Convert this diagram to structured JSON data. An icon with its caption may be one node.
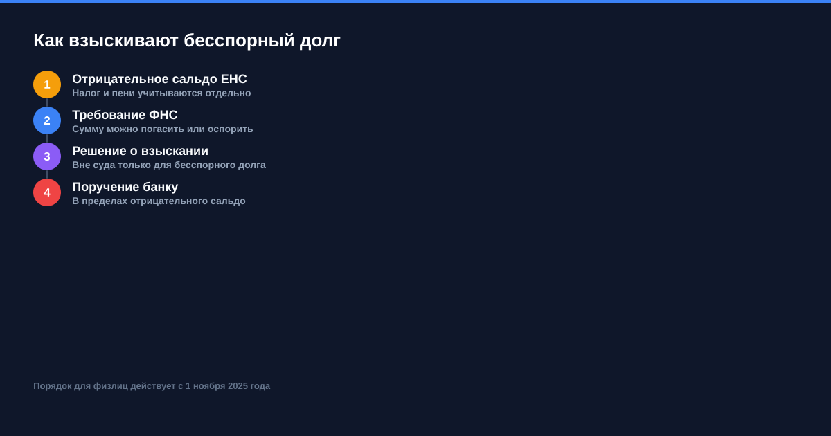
{
  "diagram": {
    "title": "Как взыскивают бесспорный долг",
    "nodes": [
      {
        "text": [
          "1"
        ],
        "beside": [
          "Отрицательное сальдо ЕНС",
          "Налог и пени учитываются отдельно"
        ]
      },
      {
        "text": [
          "2"
        ],
        "beside": [
          "Требование ФНС",
          "Сумму можно погасить или оспорить"
        ]
      },
      {
        "text": [
          "3"
        ],
        "beside": [
          "Решение о взыскании",
          "Вне суда только для бесспорного долга"
        ]
      },
      {
        "text": [
          "4"
        ],
        "beside": [
          "Поручение банку",
          "В пределах отрицательного сальдо"
        ]
      }
    ],
    "edges": [
      {
        "from": 0,
        "to": 1,
        "arrow": "none"
      },
      {
        "from": 1,
        "to": 2,
        "arrow": "none"
      },
      {
        "from": 2,
        "to": 3,
        "arrow": "none"
      }
    ],
    "caption": "Порядок для физлиц действует с 1 ноября 2025 года"
  }
}
